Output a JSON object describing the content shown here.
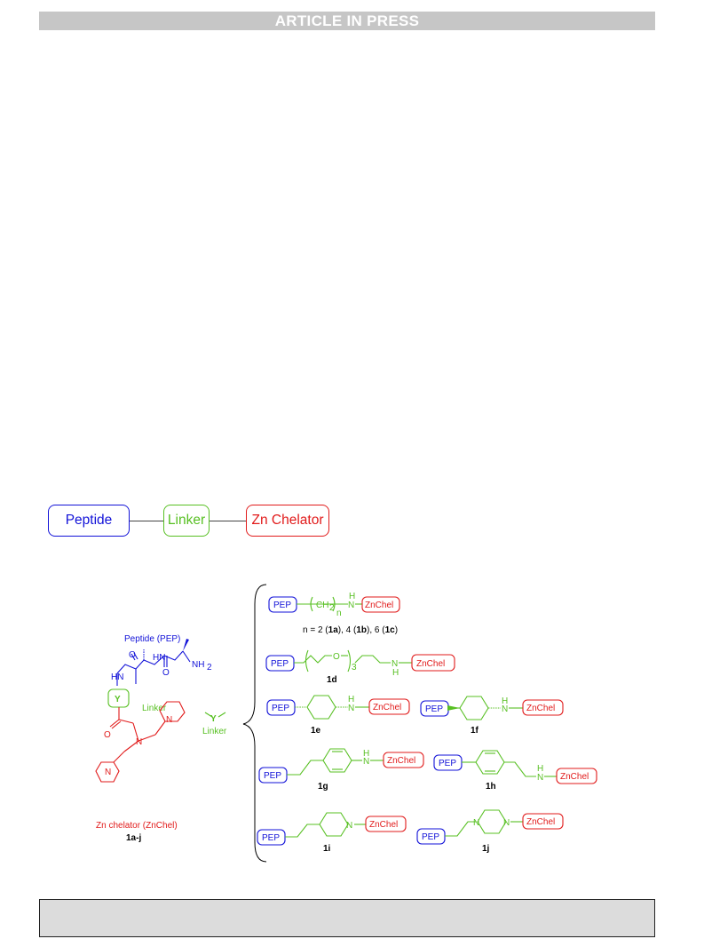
{
  "header": {
    "banner": "ARTICLE IN PRESS"
  },
  "concept": {
    "peptide": "Peptide",
    "linker": "Linker",
    "chelator": "Zn Chelator"
  },
  "scheme": {
    "peptide_title": "Peptide (PEP)",
    "linker_in_structure": "Linker",
    "chelator_title": "Zn chelator (ZnChel)",
    "compound_series": "1a-j",
    "y_symbol": "Y",
    "y_linker_label": "Linker",
    "atoms": {
      "HN": "HN",
      "N": "N",
      "H": "H",
      "O": "O",
      "NH2": "NH",
      "sub2": "2",
      "CH2": "CH",
      "sub3": "3",
      "subn": "n"
    },
    "pep": "PEP",
    "znchel": "ZnChel",
    "n_values": {
      "prefix": "n = 2 (",
      "a": "1a",
      "mid1": "), 4 (",
      "b": "1b",
      "mid2": "), 6 (",
      "c": "1c",
      "suffix": ")"
    },
    "labels": {
      "d": "1d",
      "e": "1e",
      "f": "1f",
      "g": "1g",
      "h": "1h",
      "i": "1i",
      "j": "1j"
    }
  },
  "colors": {
    "blue": "#1212d8",
    "green": "#58c023",
    "red": "#e11b1b",
    "black": "#000000"
  }
}
